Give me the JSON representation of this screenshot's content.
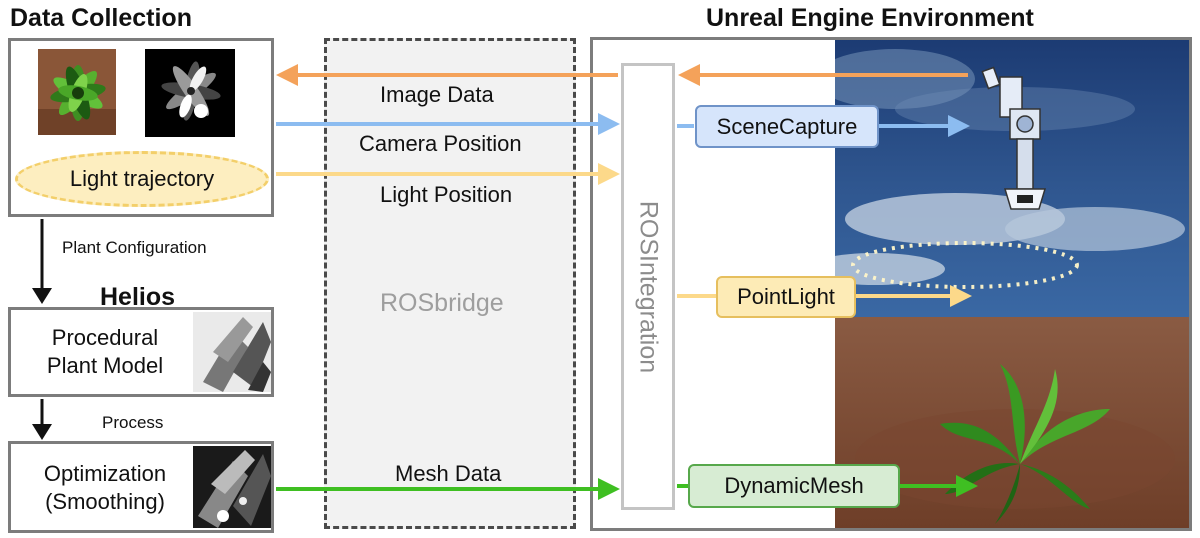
{
  "data_collection": {
    "title": "Data Collection",
    "light_trajectory_label": "Light trajectory"
  },
  "helios": {
    "title": "Helios",
    "procedural_model": [
      "Procedural",
      "Plant Model"
    ],
    "optimization": [
      "Optimization",
      "(Smoothing)"
    ]
  },
  "edges": {
    "plant_configuration": "Plant Configuration",
    "process": "Process",
    "image_data": "Image Data",
    "camera_position": "Camera Position",
    "light_position": "Light Position",
    "mesh_data": "Mesh Data"
  },
  "rosbridge_label": "ROSbridge",
  "unreal": {
    "title": "Unreal Engine Environment",
    "ros_integration_label": "ROSIntegration",
    "scene_capture_label": "SceneCapture",
    "point_light_label": "PointLight",
    "dynamic_mesh_label": "DynamicMesh"
  },
  "colors": {
    "image_data": "#f4a25a",
    "camera": "#8cbcf0",
    "light": "#fcd98a",
    "mesh": "#3fbf22",
    "scene_capture_fill": "#d6e5fb",
    "scene_capture_border": "#6f93c8",
    "point_light_fill": "#fdebb6",
    "point_light_border": "#e6bf5e",
    "dynamic_mesh_fill": "#d7ecd3",
    "dynamic_mesh_border": "#57a84b"
  }
}
